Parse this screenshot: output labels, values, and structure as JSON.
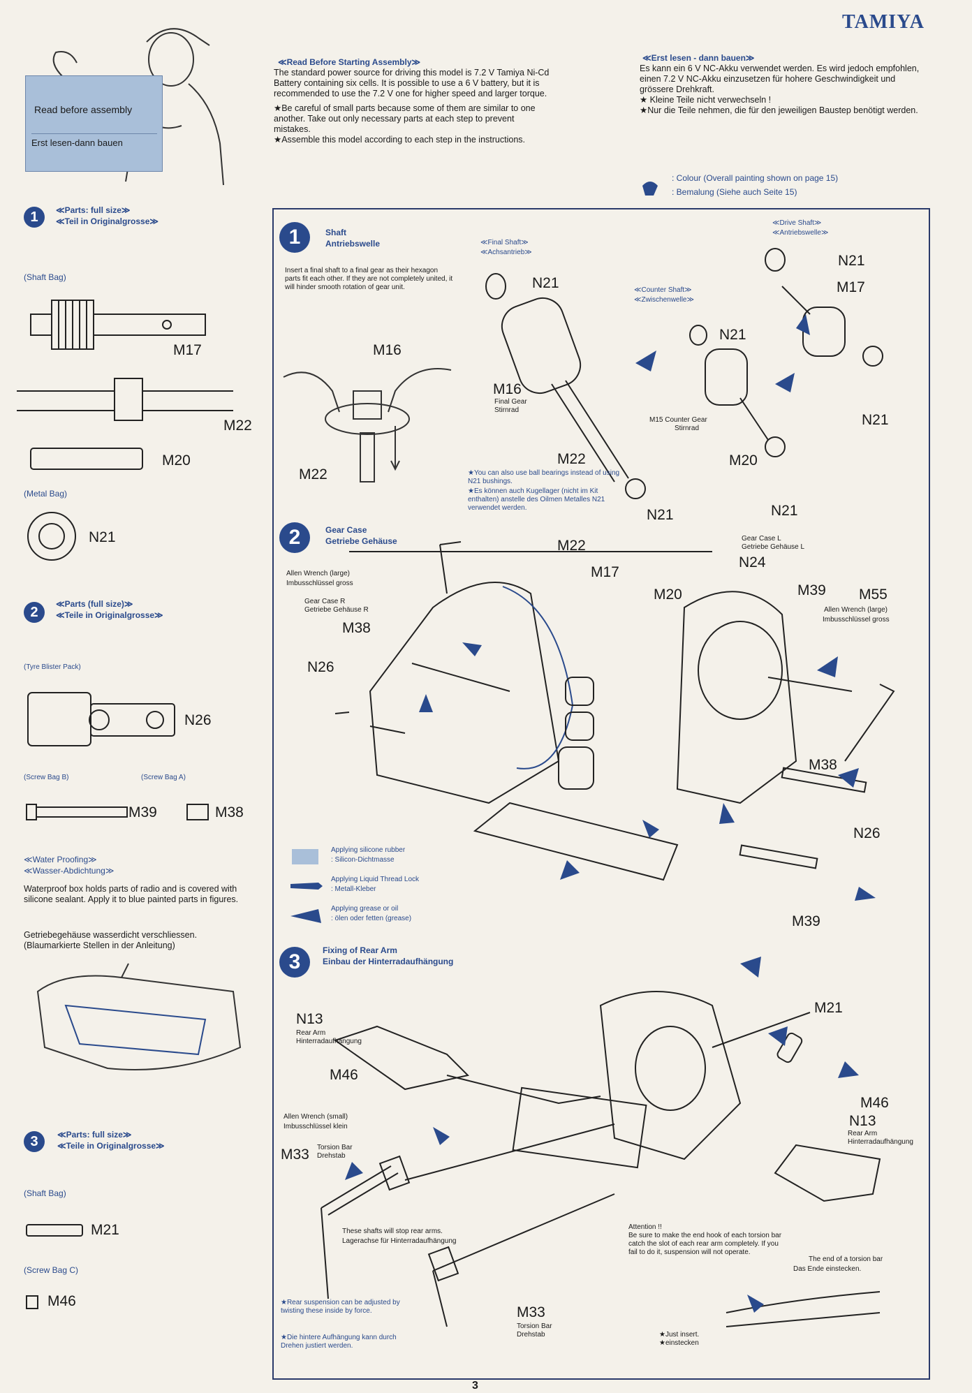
{
  "brand": "TAMIYA",
  "page_number": "3",
  "read_box": {
    "line1": "Read before assembly",
    "line2": "Erst lesen-dann bauen"
  },
  "left": {
    "s1": {
      "num": "1",
      "title_en": "≪Parts: full size≫",
      "title_de": "≪Teil in Originalgrosse≫"
    },
    "shaft_bag": "(Shaft Bag)",
    "metal_bag": "(Metal Bag)",
    "s2": {
      "num": "2",
      "title_en": "≪Parts (full size)≫",
      "title_de": "≪Teile in Originalgrosse≫"
    },
    "tyre_pack": "(Tyre Blister Pack)",
    "screw_bag_b": "(Screw Bag B)",
    "screw_bag_a": "(Screw Bag A)",
    "water": {
      "title_en": "≪Water Proofing≫",
      "title_de": "≪Wasser-Abdichtung≫",
      "text_en": "Waterproof box holds parts of radio and is covered with silicone sealant. Apply it to blue painted parts in figures.",
      "text_de": "Getriebegehäuse wasserdicht verschliessen. (Blaumarkierte Stellen in der Anleitung)"
    },
    "s3": {
      "num": "3",
      "title_en": "≪Parts: full size≫",
      "title_de": "≪Teile in Originalgrosse≫"
    },
    "shaft_bag2": "(Shaft Bag)",
    "screw_bag_c": "(Screw Bag C)",
    "labels": {
      "m17": "M17",
      "m22": "M22",
      "m20": "M20",
      "n21": "N21",
      "n26": "N26",
      "m39": "M39",
      "m38": "M38",
      "m21": "M21",
      "m46": "M46"
    }
  },
  "intro_en": {
    "title": "≪Read Before Starting Assembly≫",
    "p1": "The standard power source for driving this model is 7.2 V Tamiya Ni-Cd Battery containing six cells. It is possible to use a 6 V battery, but it is recommended to use the 7.2 V one for higher speed and larger torque.",
    "p2": "★Be careful of small parts because some of them are similar to one another. Take out only necessary parts at each step to prevent mistakes.",
    "p3": "★Assemble this model according to each step in the instructions."
  },
  "intro_de": {
    "title": "≪Erst lesen - dann bauen≫",
    "p1": "Es kann ein 6 V NC-Akku verwendet werden. Es wird jedoch empfohlen, einen 7.2 V NC-Akku einzusetzen für hohere Geschwindigkeit und grössere Drehkraft.",
    "p2": "★ Kleine Teile nicht verwechseln !",
    "p3": "★Nur die Teile nehmen, die für den jeweiligen Baustep benötigt werden."
  },
  "colour_legend": {
    "en": ": Colour (Overall painting shown on page 15)",
    "de": ": Bemalung (Siehe auch Seite 15)"
  },
  "step1": {
    "num": "1",
    "title_en": "Shaft",
    "title_de": "Antriebswelle",
    "text": "Insert a final shaft to a final gear as their hexagon parts fit each other. If they are not completely united, it will hinder smooth rotation of gear unit.",
    "final_shaft": "≪Final Shaft≫",
    "final_shaft_de": "≪Achsantrieb≫",
    "drive_shaft": "≪Drive Shaft≫",
    "drive_shaft_de": "≪Antriebswelle≫",
    "counter_shaft": "≪Counter Shaft≫",
    "counter_shaft_de": "≪Zwischenwelle≫",
    "final_gear": "Final Gear",
    "final_gear_de": "Stirnrad",
    "counter_gear": "M15 Counter Gear",
    "counter_gear_de": "Stirnrad",
    "note_en": "★You can also use ball bearings instead of using N21 bushings.",
    "note_de": "★Es können auch Kugellager (nicht im Kit enthalten) anstelle des Oilmen Metalles N21 verwendet werden.",
    "labels": {
      "m16a": "M16",
      "m22a": "M22",
      "m16b": "M16",
      "m22b": "M22",
      "n21a": "N21",
      "n21b": "N21",
      "n21c": "N21",
      "n21d": "N21",
      "n21e": "N21",
      "n21f": "N21",
      "m17": "M17",
      "m20": "M20"
    }
  },
  "step2": {
    "num": "2",
    "title_en": "Gear Case",
    "title_de": "Getriebe Gehäuse",
    "allen_en": "Allen Wrench (large)",
    "allen_de": "Imbusschlüssel gross",
    "case_r": "Gear Case R",
    "case_r_de": "Getriebe Gehäuse R",
    "case_l": "Gear Case L",
    "case_l_de": "Getriebe Gehäuse L",
    "allen2_en": "Allen Wrench (large)",
    "allen2_de": "Imbusschlüssel gross",
    "labels": {
      "m22": "M22",
      "m17": "M17",
      "m20": "M20",
      "n24": "N24",
      "m39a": "M39",
      "m55": "M55",
      "m38a": "M38",
      "n26a": "N26",
      "m38b": "M38",
      "n26b": "N26",
      "m39b": "M39"
    }
  },
  "legend": {
    "silicone_en": "Applying silicone rubber",
    "silicone_de": ": Silicon-Dichtmasse",
    "lock_en": "Applying Liquid Thread Lock",
    "lock_de": ": Metall-Kleber",
    "grease_en": "Applying grease or oil",
    "grease_de": ": ölen oder fetten (grease)"
  },
  "step3": {
    "num": "3",
    "title_en": "Fixing of Rear Arm",
    "title_de": "Einbau der Hinterradaufhängung",
    "n13_en": "Rear Arm",
    "n13_de": "Hinterradaufhängung",
    "n13b_en": "Rear Arm",
    "n13b_de": "Hinterradaufhängung",
    "allen_en": "Allen Wrench (small)",
    "allen_de": "Imbusschlüssel klein",
    "torsion_en": "Torsion Bar",
    "torsion_de": "Drehstab",
    "torsion2_en": "Torsion Bar",
    "torsion2_de": "Drehstab",
    "shafts_en": "These shafts will stop rear arms.",
    "shafts_de": "Lagerachse für Hinterradaufhängung",
    "attention": "Attention !!",
    "attention_text": "Be sure to make the end hook of each torsion bar catch the slot of each rear arm completely. If you fail to do it, suspension will not operate.",
    "endbar_en": "The end of a torsion bar",
    "endbar_de": "Das Ende einstecken.",
    "rear_en": "★Rear suspension can be adjusted by twisting these inside by force.",
    "rear_de": "★Die hintere Aufhängung kann durch Drehen justiert werden.",
    "just_en": "★Just insert.",
    "just_de": "★einstecken",
    "labels": {
      "n13a": "N13",
      "m46a": "M46",
      "m33a": "M33",
      "m21": "M21",
      "m46b": "M46",
      "n13b": "N13",
      "m33b": "M33"
    }
  }
}
